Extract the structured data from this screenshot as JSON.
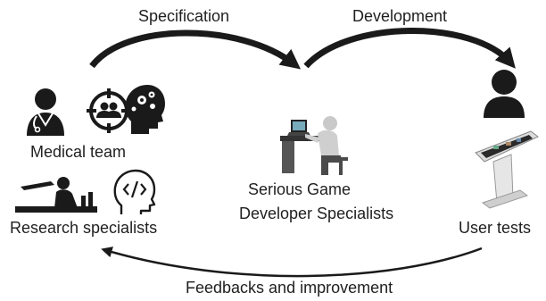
{
  "flow": {
    "specification_label": "Specification",
    "development_label": "Development",
    "feedback_label": "Feedbacks and improvement"
  },
  "nodes": {
    "medical_team": "Medical team",
    "research_specialists": "Research specialists",
    "developer_line1": "Serious Game",
    "developer_line2": "Developer Specialists",
    "user_tests": "User tests"
  },
  "icons": {
    "doctor": "doctor-icon",
    "team_target": "team-target-icon",
    "brain_gears": "brain-gears-icon",
    "researcher": "researcher-desk-icon",
    "code_head": "code-head-icon",
    "developer": "developer-at-desk-icon",
    "user": "user-icon",
    "kiosk": "touchscreen-kiosk-icon"
  },
  "colors": {
    "ink": "#1a1a1a",
    "grey": "#555555"
  }
}
